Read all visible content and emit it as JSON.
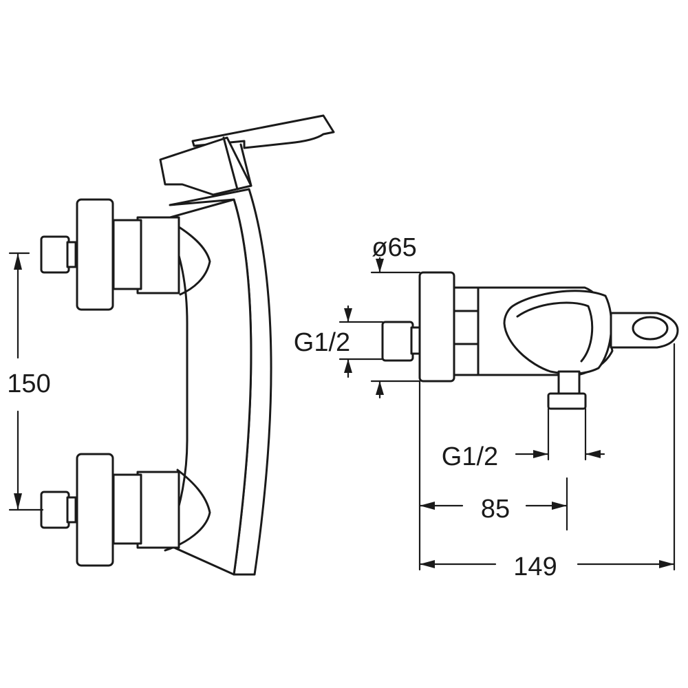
{
  "dimensions": {
    "spacing": "150",
    "diameter": "ø65",
    "inlet_thread": "G1/2",
    "outlet_thread": "G1/2",
    "outlet_offset": "85",
    "total_depth": "149"
  }
}
